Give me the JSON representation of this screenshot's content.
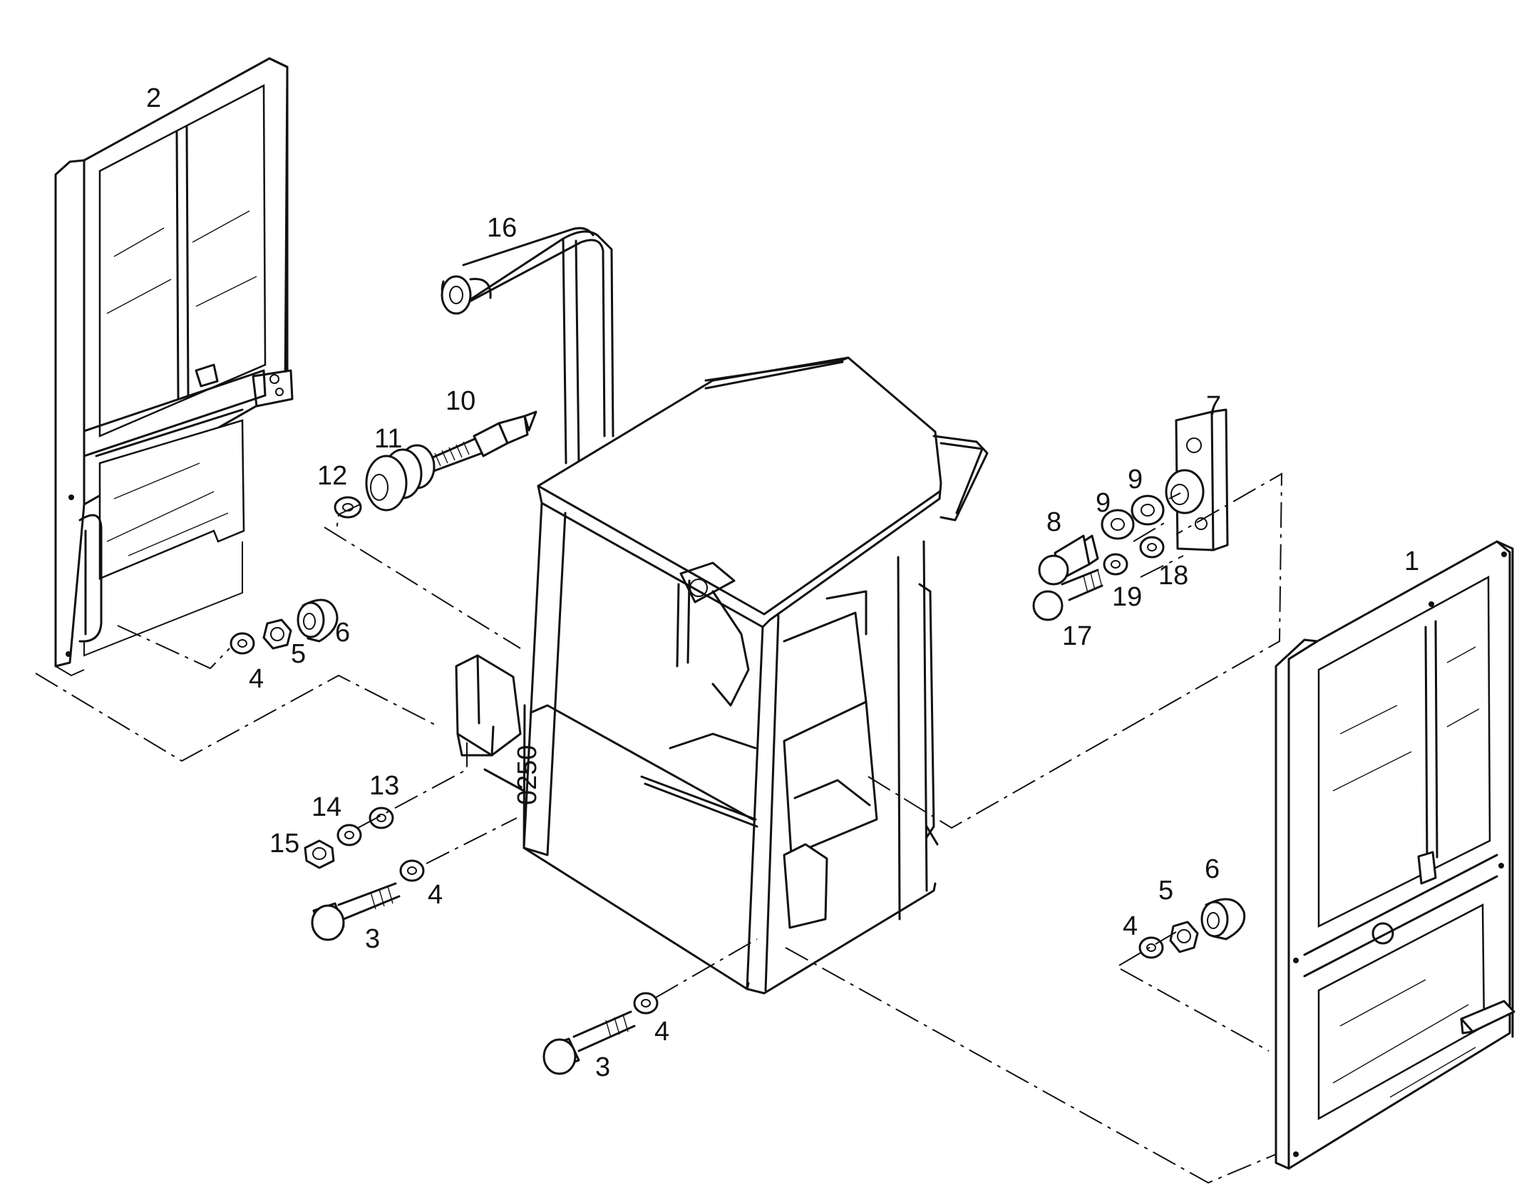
{
  "diagram": {
    "part_labels": [
      {
        "key": "door-left",
        "text": "2"
      },
      {
        "key": "door-right",
        "text": "1"
      },
      {
        "key": "rail",
        "text": "16"
      },
      {
        "key": "mount-screw",
        "text": "10"
      },
      {
        "key": "rubber-mount",
        "text": "11"
      },
      {
        "key": "washer-upper",
        "text": "12"
      },
      {
        "key": "plate",
        "text": "7"
      },
      {
        "key": "bolt-8",
        "text": "8"
      },
      {
        "key": "washer-9a",
        "text": "9"
      },
      {
        "key": "washer-9b",
        "text": "9"
      },
      {
        "key": "washer-18",
        "text": "18"
      },
      {
        "key": "washer-19",
        "text": "19"
      },
      {
        "key": "bolt-17",
        "text": "17"
      },
      {
        "key": "washer-left-4",
        "text": "4"
      },
      {
        "key": "nut-left-5",
        "text": "5"
      },
      {
        "key": "cap-left-6",
        "text": "6"
      },
      {
        "key": "washer-13",
        "text": "13"
      },
      {
        "key": "washer-14",
        "text": "14"
      },
      {
        "key": "nut-15",
        "text": "15"
      },
      {
        "key": "bolt-mid-3",
        "text": "3"
      },
      {
        "key": "washer-mid-4",
        "text": "4"
      },
      {
        "key": "bolt-bottom-3",
        "text": "3"
      },
      {
        "key": "washer-bottom-4",
        "text": "4"
      },
      {
        "key": "washer-right-4",
        "text": "4"
      },
      {
        "key": "nut-right-5",
        "text": "5"
      },
      {
        "key": "cap-right-6",
        "text": "6"
      }
    ],
    "cab_stamp": "0250"
  }
}
